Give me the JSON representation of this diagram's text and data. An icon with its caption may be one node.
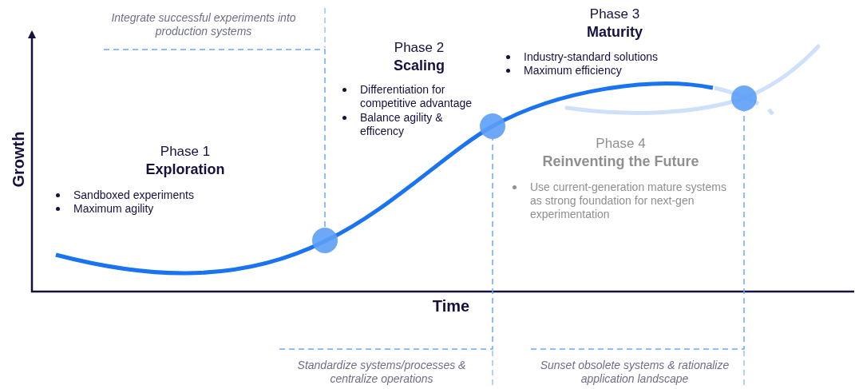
{
  "diagram": {
    "nodes": [
      {
        "text": [
          "Integrate successful experiments into production systems"
        ]
      },
      {
        "text": [],
        "shape": "circle"
      },
      {
        "text": [],
        "shape": "circle"
      },
      {
        "text": [],
        "shape": "circle"
      },
      {
        "text": [
          "Standardize systems/processes & centralize operations"
        ]
      },
      {
        "text": [
          "Sunset obsolete systems & rationalize application landscape"
        ]
      }
    ],
    "edges": [
      {
        "from": 0,
        "to": 1,
        "arrow": "none",
        "style": "dashed"
      },
      {
        "from": 4,
        "to": 2,
        "arrow": "none",
        "style": "dashed"
      },
      {
        "from": 5,
        "to": 3,
        "arrow": "none",
        "style": "dashed"
      }
    ],
    "labels": [
      "Phase 1",
      "Exploration",
      "Sandboxed experiments",
      "Maximum agility",
      "Phase 2",
      "Scaling",
      "Differentiation for competitive advantage",
      "Balance agility & efficency",
      "Phase 3",
      "Maturity",
      "Industry-standard solutions",
      "Maximum efficiency",
      "Phase 4",
      "Reinventing the Future",
      "Use current-generation mature systems as strong foundation for next-gen experimentation",
      "Growth",
      "Time"
    ]
  }
}
